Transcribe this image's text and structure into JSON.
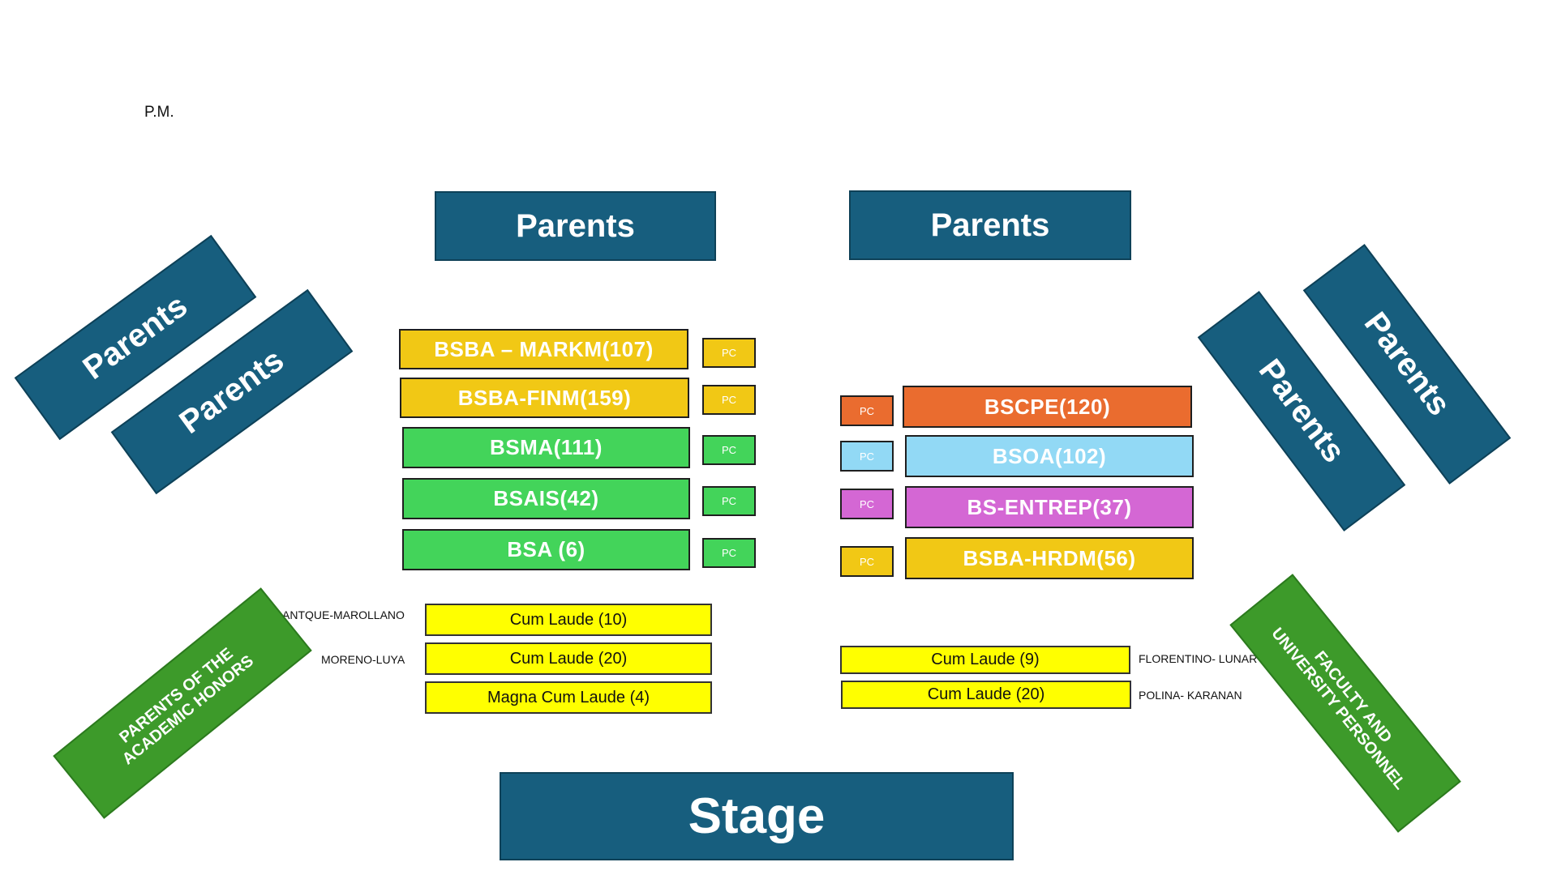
{
  "session": "P.M.",
  "parents_label": "Parents",
  "stage_label": "Stage",
  "pc_label": "PC",
  "colors": {
    "block_blue": "#175e7e",
    "yellow_seat": "#f1c815",
    "green_seat": "#43d45a",
    "orange_seat": "#ea6c2f",
    "light_blue_seat": "#92d9f5",
    "purple_seat": "#d467d4",
    "honors_yellow": "#ffff00",
    "honors_green": "#3d9a2a"
  },
  "left_courses": [
    {
      "label": "BSBA – MARKM(107)",
      "color": "#f1c815"
    },
    {
      "label": "BSBA-FINM(159)",
      "color": "#f1c815"
    },
    {
      "label": "BSMA(111)",
      "color": "#43d45a"
    },
    {
      "label": "BSAIS(42)",
      "color": "#43d45a"
    },
    {
      "label": "BSA (6)",
      "color": "#43d45a"
    }
  ],
  "right_courses": [
    {
      "label": "BSCPE(120)",
      "color": "#ea6c2f"
    },
    {
      "label": "BSOA(102)",
      "color": "#92d9f5"
    },
    {
      "label": "BS-ENTREP(37)",
      "color": "#d467d4"
    },
    {
      "label": "BSBA-HRDM(56)",
      "color": "#f1c815"
    }
  ],
  "left_honors": [
    {
      "label": "Cum Laude (10)",
      "name": "ANTQUE-MAROLLANO"
    },
    {
      "label": "Cum Laude (20)",
      "name": "MORENO-LUYA"
    },
    {
      "label": "Magna Cum Laude (4)",
      "name": ""
    }
  ],
  "right_honors": [
    {
      "label": "Cum Laude (9)",
      "name": "FLORENTINO- LUNAR"
    },
    {
      "label": "Cum Laude (20)",
      "name": "POLINA- KARANAN"
    }
  ],
  "left_honors_block": "PARENTS OF THE ACADEMIC HONORS",
  "right_honors_block": "FACULTY AND UNIVERSITY PERSONNEL"
}
